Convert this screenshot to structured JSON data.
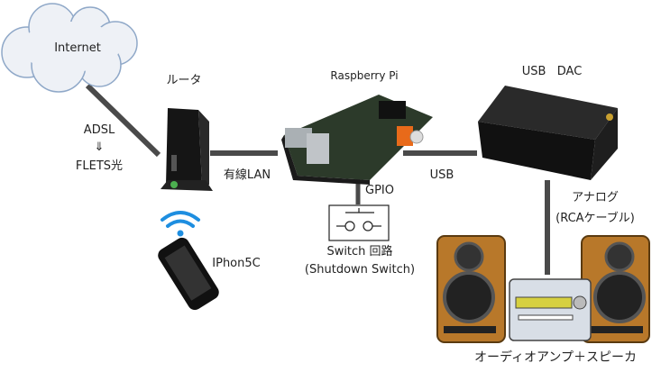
{
  "nodes": {
    "internet": "Internet",
    "router": "ルータ",
    "raspberry_pi": "Raspberry Pi",
    "usb_dac": "USB   DAC",
    "iphone": "IPhon5C",
    "switch_title": "Switch 回路",
    "switch_sub": "(Shutdown  Switch)",
    "audio": "オーディオアンプ＋スピーカ"
  },
  "links": {
    "adsl": "ADSL",
    "arrow": "⇓",
    "flets": "FLETS光",
    "lan": "有線LAN",
    "usb": "USB",
    "gpio": "GPIO",
    "analog": "アナログ",
    "rca": "(RCAケーブル)"
  },
  "colors": {
    "line": "#4a4a4a",
    "cloud_stroke": "#8fa8c8",
    "wifi": "#1e8ee0",
    "wood": "#b8782a"
  }
}
